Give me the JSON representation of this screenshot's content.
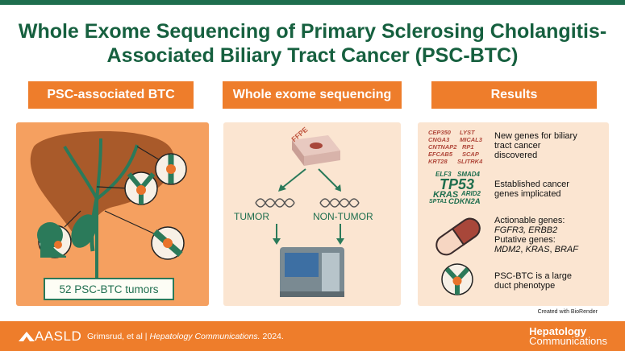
{
  "title": {
    "line1": "Whole Exome Sequencing of Primary Sclerosing Cholangitis-",
    "line2": "Associated Biliary Tract Cancer (PSC-BTC)"
  },
  "headers": {
    "col1": "PSC-associated BTC",
    "col2": "Whole exome sequencing",
    "col3": "Results"
  },
  "left": {
    "tumors": "52 PSC-BTC tumors"
  },
  "middle": {
    "ffpe": "FFPE",
    "tumor": "TUMOR",
    "non_tumor": "NON-TUMOR"
  },
  "results": {
    "new_genes": [
      "CEP350",
      "LYST",
      "CNGA3",
      "MICAL3",
      "CNTNAP2",
      "RP1",
      "EFCAB5",
      "SCAP",
      "KRT28",
      "SLITRK4"
    ],
    "new_genes_text": {
      "l1": "New genes for biliary",
      "l2": "tract cancer",
      "l3": "discovered"
    },
    "cancer_genes": {
      "elf3": "ELF3",
      "smad4": "SMAD4",
      "tp53": "TP53",
      "kras": "KRAS",
      "arid2": "ARID2",
      "sptai": "SPTA1",
      "cdkn2a": "CDKN2A"
    },
    "established_text": {
      "l1": "Established cancer",
      "l2": "genes implicated"
    },
    "actionable": {
      "l1": "Actionable genes:",
      "l2": "FGFR3, ERBB2",
      "l3": "Putative genes:",
      "l4a": "MDM2",
      "l4b": "KRAS",
      "l4c": "BRAF"
    },
    "phenotype": {
      "l1": "PSC-BTC is a large",
      "l2": "duct phenotype"
    }
  },
  "credit": "Created with BioRender",
  "footer": {
    "org": "AASLD",
    "authors": "Grimsrud, et al",
    "sep": "|",
    "journal": "Hepatology Communications.",
    "year": "2024.",
    "brand1": "Hepatology",
    "brand2": "Communications"
  },
  "colors": {
    "green": "#1e6e4e",
    "orange": "#ee7d2b",
    "panel": "#fbe5d1",
    "liver": "#a95a2a"
  }
}
